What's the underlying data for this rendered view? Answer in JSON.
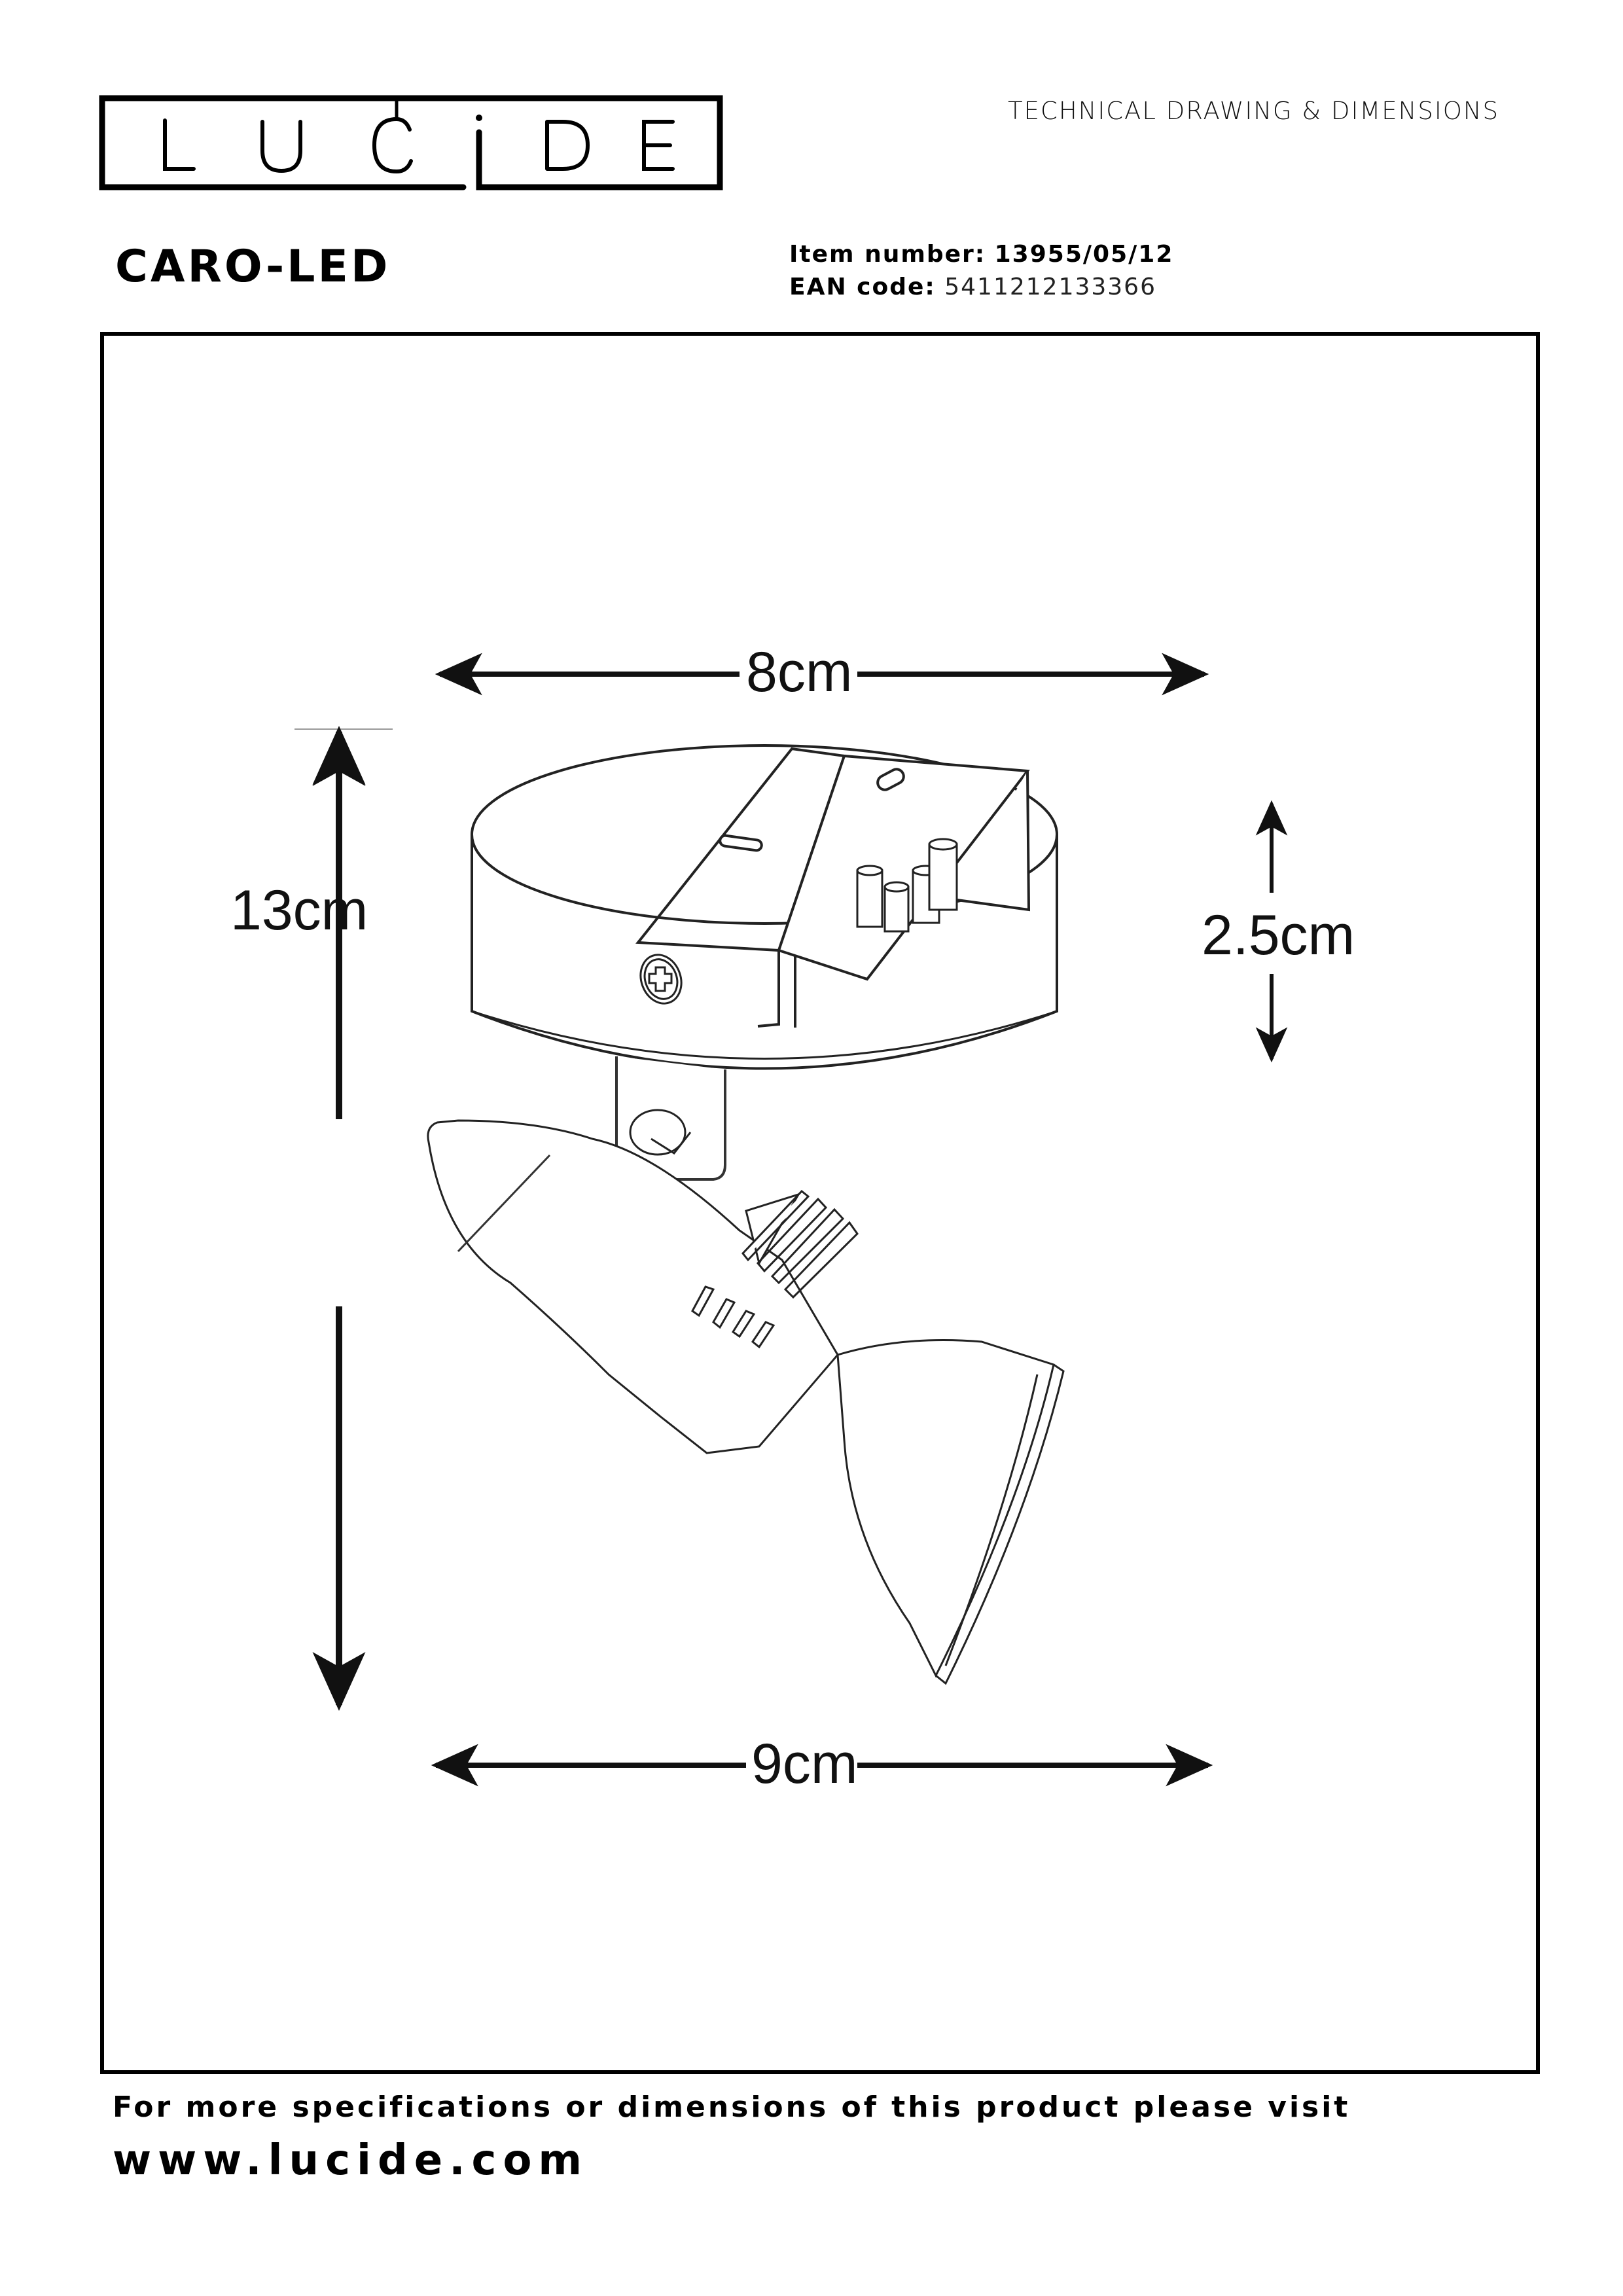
{
  "header": {
    "brand": "LUCIDE",
    "brand_letters": [
      "L",
      "U",
      "C",
      "I",
      "D",
      "E"
    ],
    "document_type": "TECHNICAL DRAWING & DIMENSIONS"
  },
  "product": {
    "name": "CARO-LED",
    "item_number_label": "Item number:",
    "item_number": "13955/05/12",
    "ean_label": "EAN code:",
    "ean": "5411212133366"
  },
  "drawing": {
    "subject": "Ceiling spotlight with round base plate and adjustable spot head",
    "dimensions": {
      "base_width": "8cm",
      "base_height": "2.5cm",
      "total_height": "13cm",
      "total_width": "9cm"
    },
    "line_color": "#000000",
    "background": "#ffffff"
  },
  "footer": {
    "text": "For more specifications or dimensions of this product please visit",
    "url": "www.lucide.com"
  }
}
